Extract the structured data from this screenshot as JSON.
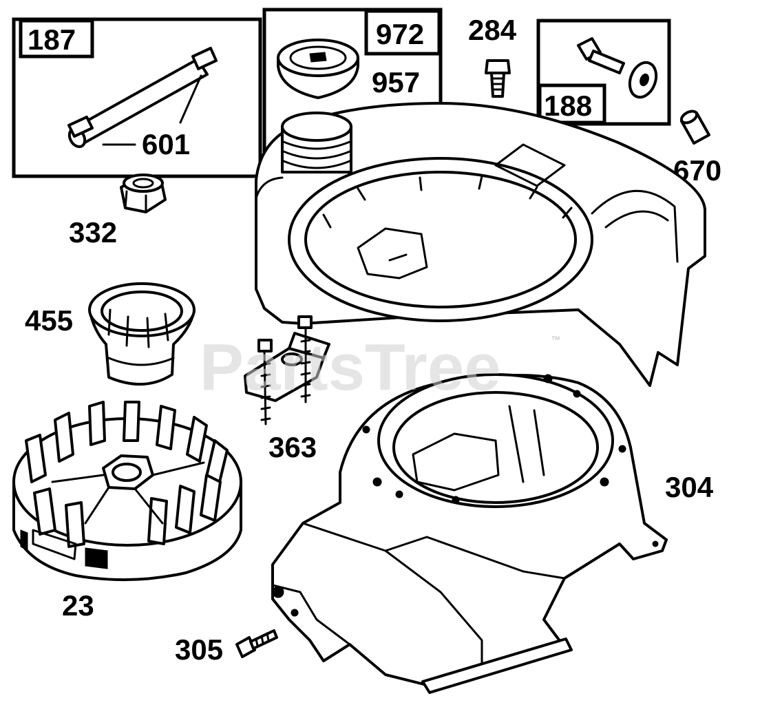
{
  "watermark": {
    "text": "PartsTree",
    "trademark": "™"
  },
  "boxed_labels": {
    "b187": "187",
    "b972": "972",
    "b188": "188"
  },
  "labels": {
    "l601": "601",
    "l957": "957",
    "l284": "284",
    "l670": "670",
    "l332": "332",
    "l455": "455",
    "l363": "363",
    "l304": "304",
    "l23": "23",
    "l305": "305"
  },
  "colors": {
    "ink": "#000000",
    "paper": "#ffffff",
    "watermark": "#cfcfcf"
  }
}
